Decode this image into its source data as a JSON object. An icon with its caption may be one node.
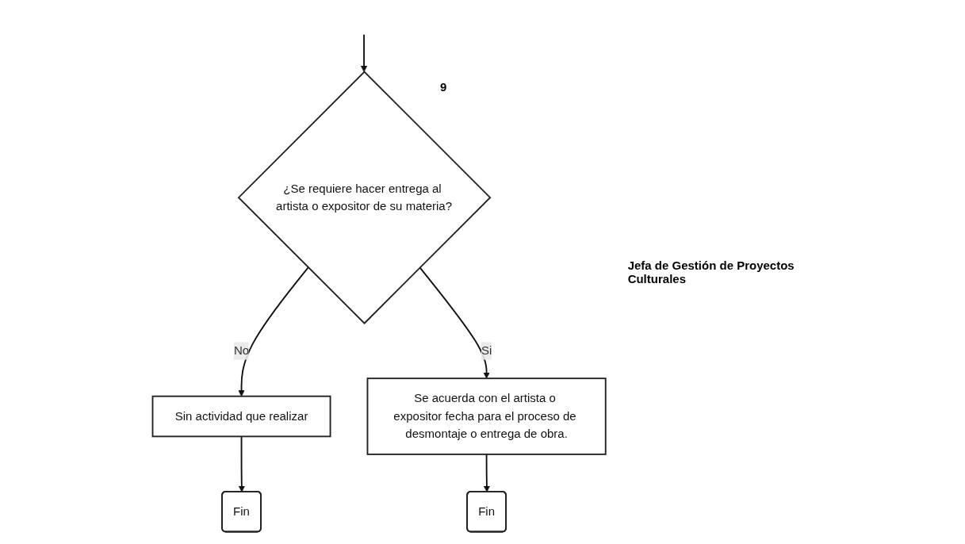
{
  "diagram": {
    "nodes": [
      {
        "text": [
          "¿Se requiere hacer entrega al artista o expositor de su materia?"
        ],
        "beside": [
          "9"
        ]
      },
      {
        "text": [
          "Sin actividad que realizar"
        ]
      },
      {
        "text": [
          "Fin"
        ]
      },
      {
        "text": [
          "Se acuerda con el artista o expositor fecha para el proceso de desmontaje o entrega de obra."
        ]
      },
      {
        "text": [
          "Fin"
        ]
      }
    ],
    "edges": [
      {
        "from": null,
        "to": 0,
        "arrow": "to"
      },
      {
        "from": 0,
        "to": 1,
        "arrow": "to",
        "label": "No"
      },
      {
        "from": 0,
        "to": 3,
        "arrow": "to",
        "label": "Si"
      },
      {
        "from": 1,
        "to": 2,
        "arrow": "to"
      },
      {
        "from": 3,
        "to": 4,
        "arrow": "to"
      }
    ],
    "labels": [
      "Jefa de Gestión de Proyectos Culturales"
    ]
  }
}
